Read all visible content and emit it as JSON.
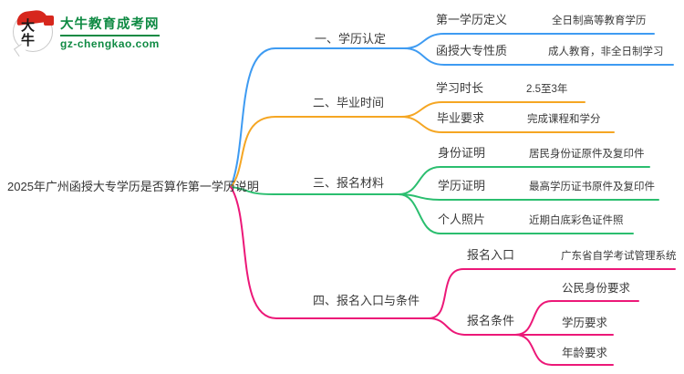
{
  "logo": {
    "badge_text": "大牛",
    "site_name": "大牛教育成考网",
    "site_domain": "gz-chengkao.com"
  },
  "colors": {
    "brand_green": "#0f8a43",
    "brand_red": "#d7271d",
    "text": "#3a3a3a"
  },
  "root": {
    "label": "2025年广州函授大专学历是否算作第一学历说明"
  },
  "branches": [
    {
      "label": "一、学历认定",
      "color": "#3E9BF2",
      "children": [
        {
          "label": "第一学历定义",
          "value": "全日制高等教育学历"
        },
        {
          "label": "函授大专性质",
          "value": "成人教育，非全日制学习"
        }
      ]
    },
    {
      "label": "二、毕业时间",
      "color": "#F5A623",
      "children": [
        {
          "label": "学习时长",
          "value": "2.5至3年"
        },
        {
          "label": "毕业要求",
          "value": "完成课程和学分"
        }
      ]
    },
    {
      "label": "三、报名材料",
      "color": "#2BBE6F",
      "children": [
        {
          "label": "身份证明",
          "value": "居民身份证原件及复印件"
        },
        {
          "label": "学历证明",
          "value": "最高学历证书原件及复印件"
        },
        {
          "label": "个人照片",
          "value": "近期白底彩色证件照"
        }
      ]
    },
    {
      "label": "四、报名入口与条件",
      "color": "#EC1878",
      "children": [
        {
          "label": "报名入口",
          "value": "广东省自学考试管理系统"
        },
        {
          "label": "报名条件",
          "sub_children": [
            "公民身份要求",
            "学历要求",
            "年龄要求"
          ]
        }
      ]
    }
  ]
}
